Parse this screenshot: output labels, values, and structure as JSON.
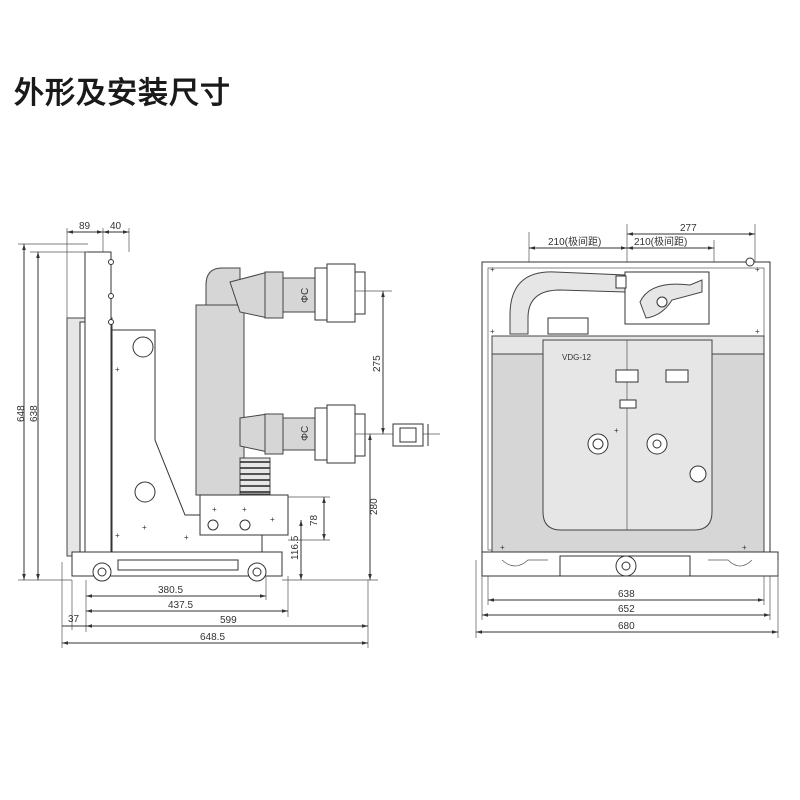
{
  "title": "外形及安装尺寸",
  "side_view": {
    "dims": {
      "d89": "89",
      "d40": "40",
      "d648": "648",
      "d638": "638",
      "d275": "275",
      "d280": "280",
      "d78": "78",
      "d116_5": "116.5",
      "d380_5": "380.5",
      "d437_5": "437.5",
      "d37": "37",
      "d599": "599",
      "d648_5": "648.5",
      "phi_c_upper": "ΦC",
      "phi_c_lower": "ΦC"
    }
  },
  "front_view": {
    "model_label": "VDG-12",
    "dims": {
      "d277": "277",
      "d210_left": "210(极间距)",
      "d210_right": "210(极间距)",
      "d638": "638",
      "d652": "652",
      "d680": "680"
    }
  }
}
